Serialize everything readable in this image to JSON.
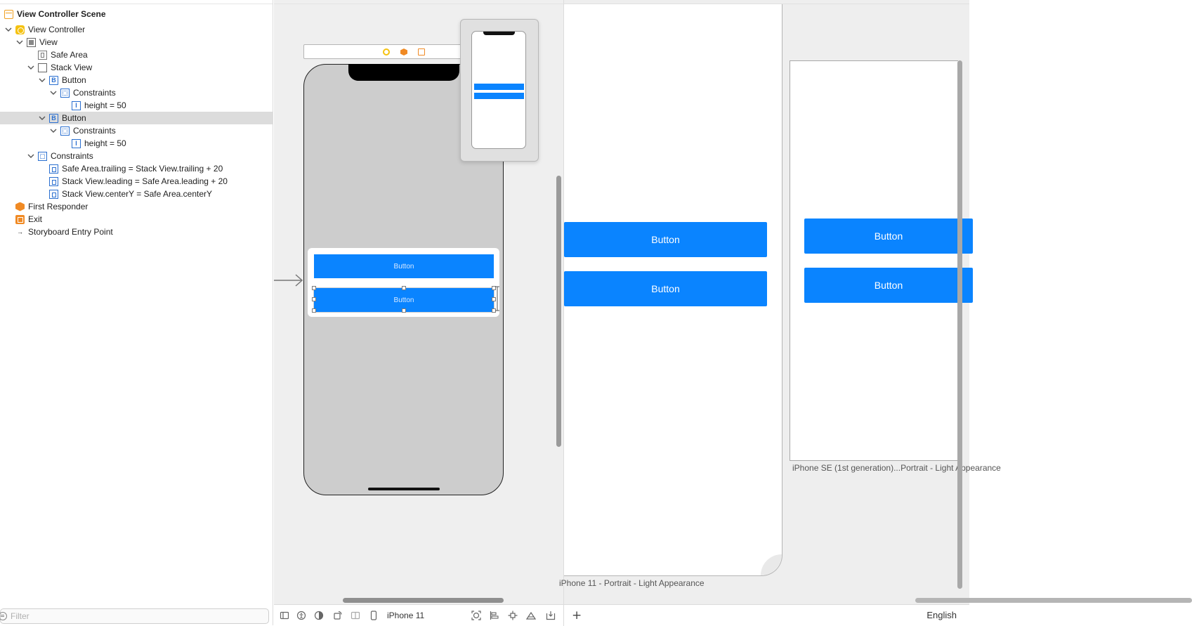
{
  "outline": {
    "rows": [
      {
        "label": "View Controller Scene",
        "bold": true
      },
      {
        "label": "View Controller"
      },
      {
        "label": "View"
      },
      {
        "label": "Safe Area"
      },
      {
        "label": "Stack View"
      },
      {
        "label": "Button"
      },
      {
        "label": "Constraints"
      },
      {
        "label": "height = 50"
      },
      {
        "label": "Button",
        "selected": true
      },
      {
        "label": "Constraints"
      },
      {
        "label": "height = 50"
      },
      {
        "label": "Constraints"
      },
      {
        "label": "Safe Area.trailing = Stack View.trailing + 20"
      },
      {
        "label": "Stack View.leading = Safe Area.leading + 20"
      },
      {
        "label": "Stack View.centerY = Safe Area.centerY"
      },
      {
        "label": "First Responder"
      },
      {
        "label": "Exit"
      },
      {
        "label": "Storyboard Entry Point"
      }
    ],
    "filter_placeholder": "Filter"
  },
  "canvas": {
    "button_1_label": "Button",
    "button_2_label": "Button"
  },
  "previews": {
    "device_a_label": "iPhone 11 - Portrait - Light Appearance",
    "device_a_buttons": [
      "Button",
      "Button"
    ],
    "device_b_label": "iPhone SE (1st generation)...Portrait - Light Appearance",
    "device_b_buttons": [
      "Button",
      "Button"
    ]
  },
  "bottom_bar": {
    "device": "iPhone 11",
    "add_label": "+",
    "language": "English"
  },
  "colors": {
    "accent": "#0a84ff",
    "selection": "#dcdcdc",
    "scene_icon": "#f0a020",
    "responder_icon": "#f08a24"
  }
}
